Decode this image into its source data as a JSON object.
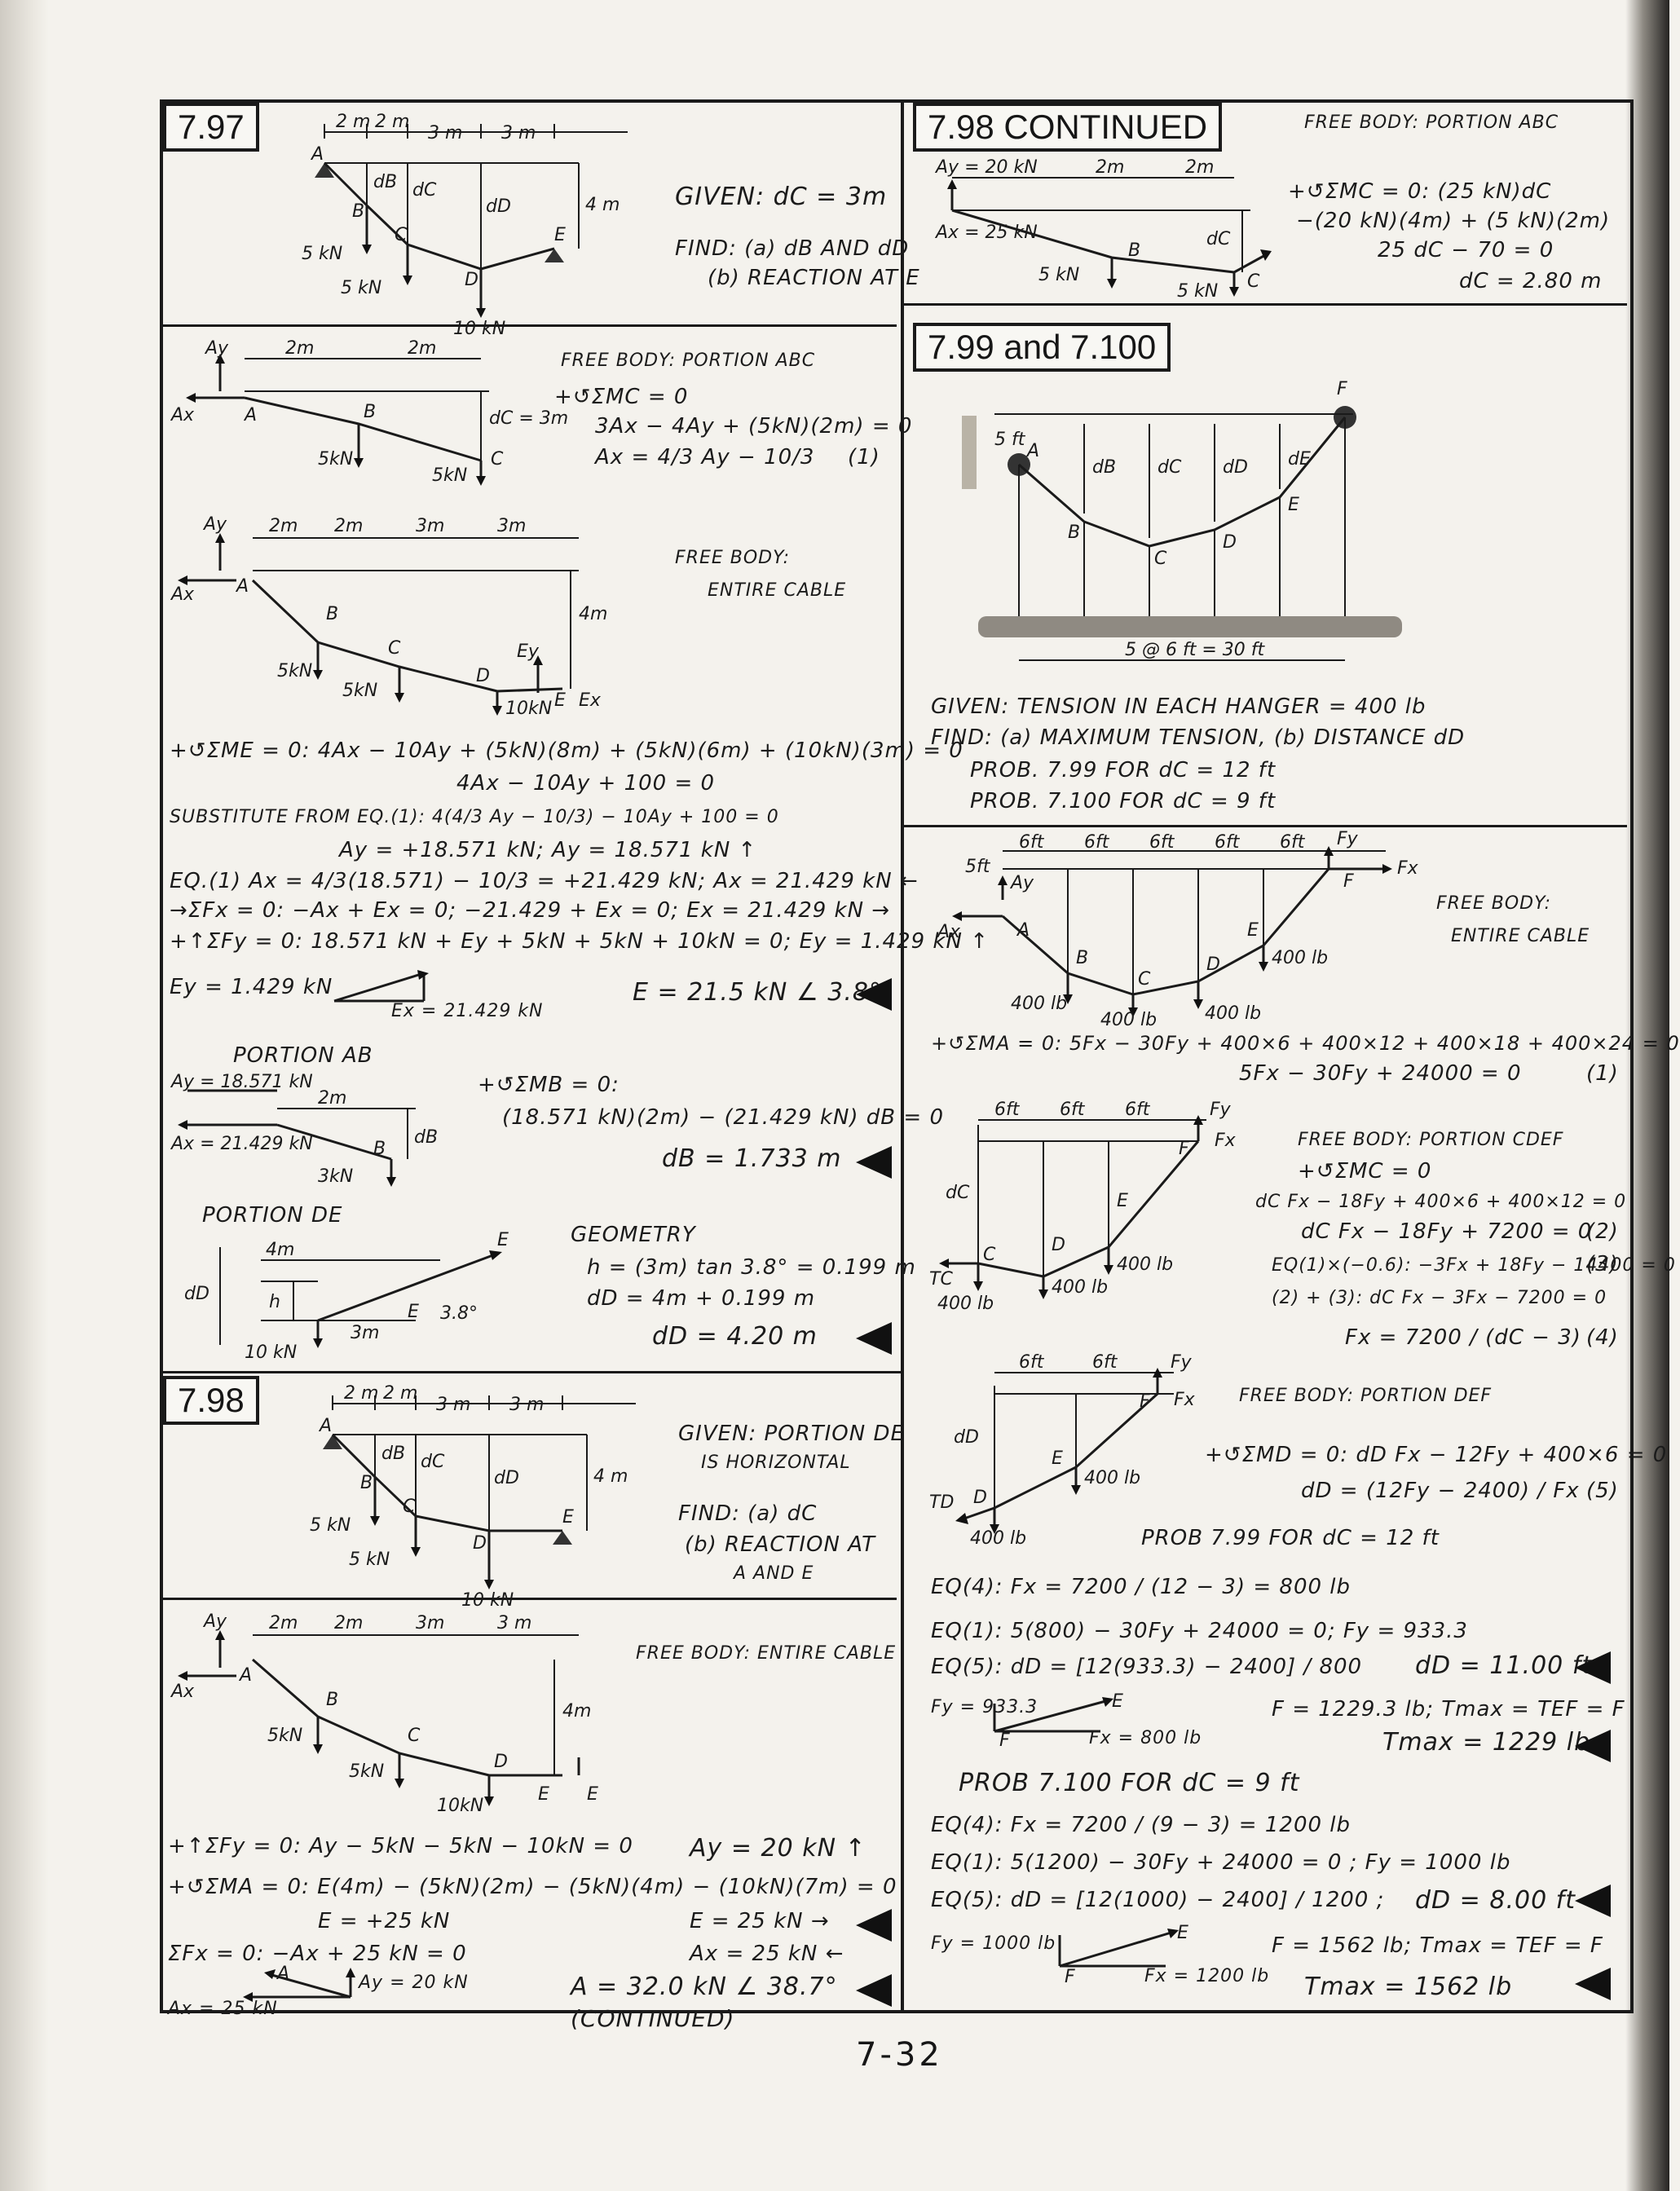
{
  "page_number": "7-32",
  "p797": {
    "label": "7.97",
    "given": "GIVEN: dC = 3m",
    "find": "FIND: (a) dB AND dD",
    "find2": "(b) REACTION AT E",
    "fig": {
      "dim1": "2 m",
      "dim2": "2 m",
      "dim3": "3 m",
      "dim4": "3 m",
      "h": "4 m",
      "A": "A",
      "B": "B",
      "C": "C",
      "D": "D",
      "E": "E",
      "dB": "dB",
      "dC": "dC",
      "dD": "dD",
      "load1": "5 kN",
      "load2": "5 kN",
      "load3": "10 kN"
    },
    "fb1": {
      "title": "FREE BODY: PORTION ABC",
      "eq1": "+↺ΣMC = 0",
      "eq2": "3Ax − 4Ay + (5kN)(2m) = 0",
      "eq3": "Ax = 4/3 Ay − 10/3",
      "eqn": "(1)",
      "fig": {
        "Ay": "Ay",
        "Ax": "Ax",
        "A": "A",
        "B": "B",
        "d1": "2m",
        "d2": "2m",
        "dc": "dC = 3m",
        "l1": "5kN",
        "l2": "5kN",
        "C": "C"
      }
    },
    "fb2": {
      "title": "FREE BODY:",
      "title2": "ENTIRE CABLE",
      "fig": {
        "Ay": "Ay",
        "Ax": "Ax",
        "A": "A",
        "B": "B",
        "C": "C",
        "D": "D",
        "E": "E",
        "Ey": "Ey",
        "Ex": "Ex",
        "d1": "2m",
        "d2": "2m",
        "d3": "3m",
        "d4": "3m",
        "h": "4m",
        "l1": "5kN",
        "l2": "5kN",
        "l3": "10kN"
      }
    },
    "lines": [
      "+↺ΣME = 0:  4Ax − 10Ay + (5kN)(8m) + (5kN)(6m) + (10kN)(3m) = 0",
      "4Ax − 10Ay + 100 = 0",
      "SUBSTITUTE FROM EQ.(1):   4(4/3 Ay − 10/3) − 10Ay + 100 = 0",
      "Ay = +18.571 kN;       Ay = 18.571 kN ↑",
      "EQ.(1)  Ax = 4/3(18.571) − 10/3 = +21.429 kN;     Ax = 21.429 kN ←",
      "→ΣFx = 0:  −Ax + Ex = 0;  −21.429 + Ex = 0;   Ex = 21.429 kN →",
      "+↑ΣFy = 0:  18.571 kN + Ey + 5kN + 5kN + 10kN = 0;   Ey = 1.429 kN ↑"
    ],
    "resultE1": "Ey = 1.429 kN",
    "resultE2": "Ex = 21.429 kN",
    "resultE3": "E = 21.5 kN ∠ 3.8°",
    "ab": {
      "title": "PORTION AB",
      "Ay": "Ay = 18.571 kN",
      "Ax": "Ax = 21.429 kN",
      "d": "2m",
      "B": "B",
      "dB": "dB",
      "load": "3kN",
      "eq1": "+↺ΣMB = 0:",
      "eq2": "(18.571 kN)(2m) − (21.429 kN) dB = 0",
      "res": "dB = 1.733 m"
    },
    "de": {
      "title": "PORTION DE",
      "h4": "4m",
      "h": "h",
      "dD": "dD",
      "d3": "3m",
      "load": "10 kN",
      "E": "E",
      "ang": "3.8°",
      "geo": "GEOMETRY",
      "eq1": "h = (3m) tan 3.8° = 0.199 m",
      "eq2": "dD = 4m + 0.199 m",
      "res": "dD = 4.20 m"
    }
  },
  "p798": {
    "label": "7.98",
    "given": "GIVEN: PORTION DE",
    "given2": "IS HORIZONTAL",
    "find": "FIND: (a) dC",
    "find2": "(b) REACTION AT",
    "find3": "A AND E",
    "fig": {
      "dim1": "2 m",
      "dim2": "2 m",
      "dim3": "3 m",
      "dim4": "3 m",
      "h": "4 m",
      "A": "A",
      "B": "B",
      "C": "C",
      "D": "D",
      "E": "E",
      "dB": "dB",
      "dC": "dC",
      "dD": "dD",
      "load1": "5 kN",
      "load2": "5 kN",
      "load3": "10 kN"
    },
    "fb": {
      "title": "FREE BODY: ENTIRE CABLE",
      "fig": {
        "Ay": "Ay",
        "Ax": "Ax",
        "A": "A",
        "B": "B",
        "C": "C",
        "D": "D",
        "E": "E",
        "Eb": "E",
        "d1": "2m",
        "d2": "2m",
        "d3": "3m",
        "d4": "3 m",
        "h": "4m",
        "l1": "5kN",
        "l2": "5kN",
        "l3": "10kN"
      }
    },
    "lines": [
      "+↑ΣFy = 0:  Ay − 5kN − 5kN − 10kN = 0",
      "+↺ΣMA = 0:  E(4m) − (5kN)(2m) − (5kN)(4m) − (10kN)(7m) = 0",
      "E = +25 kN",
      "ΣFx = 0:   −Ax + 25 kN = 0"
    ],
    "res_ay": "Ay = 20 kN ↑",
    "res_e": "E = 25 kN →",
    "res_ax": "Ax = 25 kN ←",
    "tri_A": "A",
    "tri_ay": "Ay = 20 kN",
    "tri_ax": "Ax = 25 kN",
    "res_a": "A = 32.0 kN ∠ 38.7°",
    "continued": "(CONTINUED)"
  },
  "p798c": {
    "label": "7.98  CONTINUED",
    "fig": {
      "Ay": "Ay = 20 kN",
      "Ax": "Ax = 25 kN",
      "d1": "2m",
      "d2": "2m",
      "B": "B",
      "C": "C",
      "dC": "dC",
      "l1": "5 kN",
      "l2": "5 kN"
    },
    "title": "FREE BODY: PORTION ABC",
    "eq1": "+↺ΣMC = 0: (25 kN)dC",
    "eq2": "−(20 kN)(4m) + (5 kN)(2m)",
    "eq3": "25 dC − 70 = 0",
    "res": "dC = 2.80 m"
  },
  "p799": {
    "label": "7.99 and 7.100",
    "fig": {
      "F": "F",
      "A": "A",
      "B": "B",
      "C": "C",
      "D": "D",
      "E": "E",
      "h": "5 ft",
      "dB": "dB",
      "dC": "dC",
      "dD": "dD",
      "dE": "dE",
      "span": "5 @ 6 ft = 30 ft"
    },
    "given": "GIVEN: TENSION IN EACH HANGER = 400 lb",
    "find": "FIND: (a) MAXIMUM TENSION, (b) DISTANCE dD",
    "prob1": "PROB. 7.99 FOR dC = 12 ft",
    "prob2": "PROB. 7.100 FOR dC = 9 ft",
    "fb1": {
      "title": "FREE BODY:",
      "title2": "ENTIRE CABLE",
      "fig": {
        "d1": "6ft",
        "d2": "6ft",
        "d3": "6ft",
        "d4": "6ft",
        "d5": "6ft",
        "Fy": "Fy",
        "Fx": "Fx",
        "F": "F",
        "Ay": "Ay",
        "Ax": "Ax",
        "A": "A",
        "B": "B",
        "C": "C",
        "D": "D",
        "E": "E",
        "h": "5ft",
        "l1": "400 lb",
        "l2": "400 lb",
        "l3": "400 lb",
        "l4": "400 lb"
      }
    },
    "eqA1": "+↺ΣMA = 0:  5Fx − 30Fy + 400×6 + 400×12 + 400×18 + 400×24 = 0",
    "eqA2": "5Fx − 30Fy + 24000 = 0",
    "eqA2n": "(1)",
    "fb2": {
      "title": "FREE BODY: PORTION CDEF",
      "eq1": "+↺ΣMC = 0",
      "eq2": "dC Fx − 18Fy + 400×6 + 400×12 = 0",
      "eq3": "dC Fx − 18Fy + 7200 = 0",
      "eq3n": "(2)",
      "eq4": "EQ(1)×(−0.6):  −3Fx + 18Fy − 14400 = 0",
      "eq4n": "(3)",
      "eq5": "(2) + (3):  dC Fx − 3Fx − 7200 = 0",
      "eq6": "Fx = 7200 / (dC − 3)",
      "eq6n": "(4)",
      "fig": {
        "d1": "6ft",
        "d2": "6ft",
        "d3": "6ft",
        "Fy": "Fy",
        "Fx": "Fx",
        "F": "F",
        "E": "E",
        "D": "D",
        "C": "C",
        "TC": "TC",
        "dC": "dC",
        "l1": "400 lb",
        "l2": "400 lb",
        "l3": "400 lb"
      }
    },
    "fb3": {
      "title": "FREE BODY: PORTION DEF",
      "eq1": "+↺ΣMD = 0:  dD Fx − 12Fy + 400×6 = 0",
      "eq2": "dD = (12Fy − 2400) / Fx",
      "eq2n": "(5)",
      "fig": {
        "d1": "6ft",
        "d2": "6ft",
        "Fy": "Fy",
        "Fx": "Fx",
        "F": "F",
        "E": "E",
        "D": "D",
        "TD": "TD",
        "dD": "dD",
        "l1": "400 lb",
        "l2": "400 lb"
      }
    },
    "p799h": "PROB 7.99  FOR dC = 12 ft",
    "a1": "EQ(4):  Fx = 7200 / (12 − 3) = 800 lb",
    "a2": "EQ(1):  5(800) − 30Fy + 24000 = 0;   Fy = 933.3",
    "a3": "EQ(5):  dD = [12(933.3) − 2400] / 800",
    "a3r": "dD = 11.00 ft",
    "a4fy": "Fy = 933.3",
    "a4fx": "Fx = 800 lb",
    "a4F": "F",
    "a4E": "E",
    "a4": "F = 1229.3 lb;  Tmax = TEF = F",
    "a4r": "Tmax = 1229 lb",
    "p7100h": "PROB 7.100  FOR dC = 9 ft",
    "b1": "EQ(4):  Fx = 7200 / (9 − 3) = 1200 lb",
    "b2": "EQ(1):  5(1200) − 30Fy + 24000 = 0 ;  Fy = 1000 lb",
    "b3": "EQ(5):  dD = [12(1000) − 2400] / 1200 ;",
    "b3r": "dD = 8.00 ft",
    "b4fy": "Fy = 1000 lb",
    "b4fx": "Fx = 1200 lb",
    "b4F": "F",
    "b4E": "E",
    "b4": "F = 1562 lb;  Tmax = TEF = F",
    "b4r": "Tmax = 1562 lb"
  }
}
